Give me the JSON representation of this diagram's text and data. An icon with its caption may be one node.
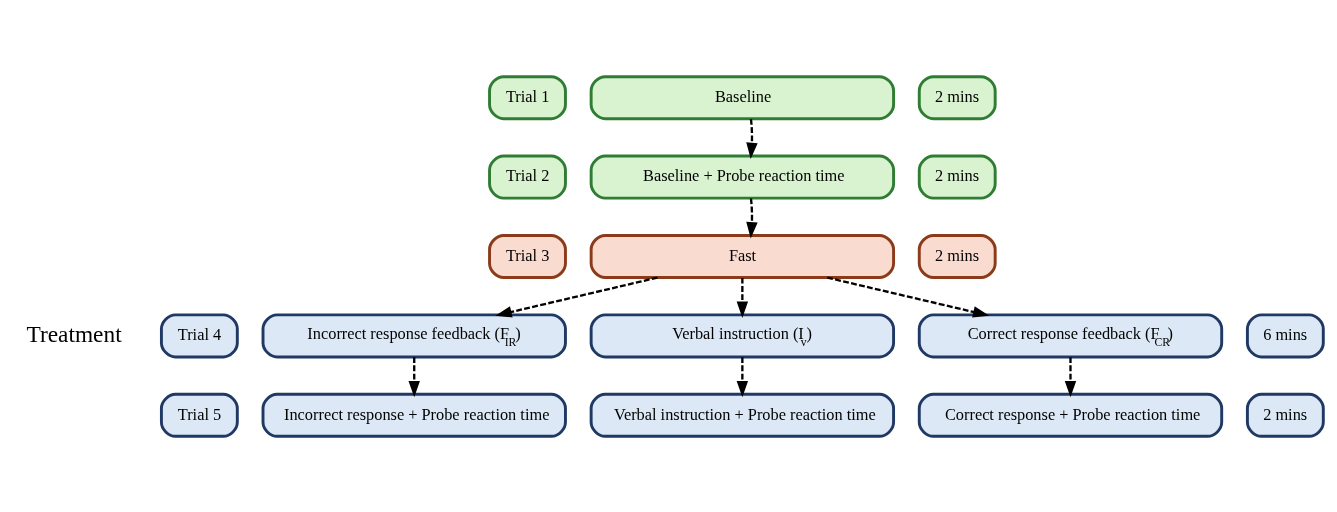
{
  "diagram": {
    "nodes": [
      {
        "text": [
          "Trial 1"
        ]
      },
      {
        "text": [
          "Baseline"
        ]
      },
      {
        "text": [
          "2 mins"
        ]
      },
      {
        "text": [
          "Trial 2"
        ]
      },
      {
        "text": [
          "Baseline + Probe reaction time"
        ]
      },
      {
        "text": [
          "2 mins"
        ]
      },
      {
        "text": [
          "Trial 3"
        ]
      },
      {
        "text": [
          "Fast"
        ]
      },
      {
        "text": [
          "2 mins"
        ]
      },
      {
        "text": [
          "Trial 4"
        ]
      },
      {
        "text": [
          "Incorrect response feedback (F$_{IR}$)"
        ]
      },
      {
        "text": [
          "Verbal instruction (I$_{v}$)"
        ]
      },
      {
        "text": [
          "Correct response feedback (F$_{CR}$)"
        ]
      },
      {
        "text": [
          "6 mins"
        ]
      },
      {
        "text": [
          "Trial 5"
        ]
      },
      {
        "text": [
          "Incorrect response + Probe reaction time"
        ]
      },
      {
        "text": [
          "Verbal instruction + Probe reaction time"
        ]
      },
      {
        "text": [
          "Correct response + Probe reaction time"
        ]
      },
      {
        "text": [
          "2 mins"
        ]
      }
    ],
    "edges": [
      {
        "from": 1,
        "to": 4,
        "arrow": "to",
        "style": "dashed"
      },
      {
        "from": 4,
        "to": 7,
        "arrow": "to",
        "style": "dashed"
      },
      {
        "from": 7,
        "to": 10,
        "arrow": "to",
        "style": "dashed"
      },
      {
        "from": 7,
        "to": 11,
        "arrow": "to",
        "style": "dashed"
      },
      {
        "from": 7,
        "to": 12,
        "arrow": "to",
        "style": "dashed"
      },
      {
        "from": 10,
        "to": 15,
        "arrow": "to",
        "style": "dashed"
      },
      {
        "from": 11,
        "to": 16,
        "arrow": "to",
        "style": "dashed"
      },
      {
        "from": 12,
        "to": 17,
        "arrow": "to",
        "style": "dashed"
      }
    ],
    "labels": [
      "Treatment"
    ]
  }
}
